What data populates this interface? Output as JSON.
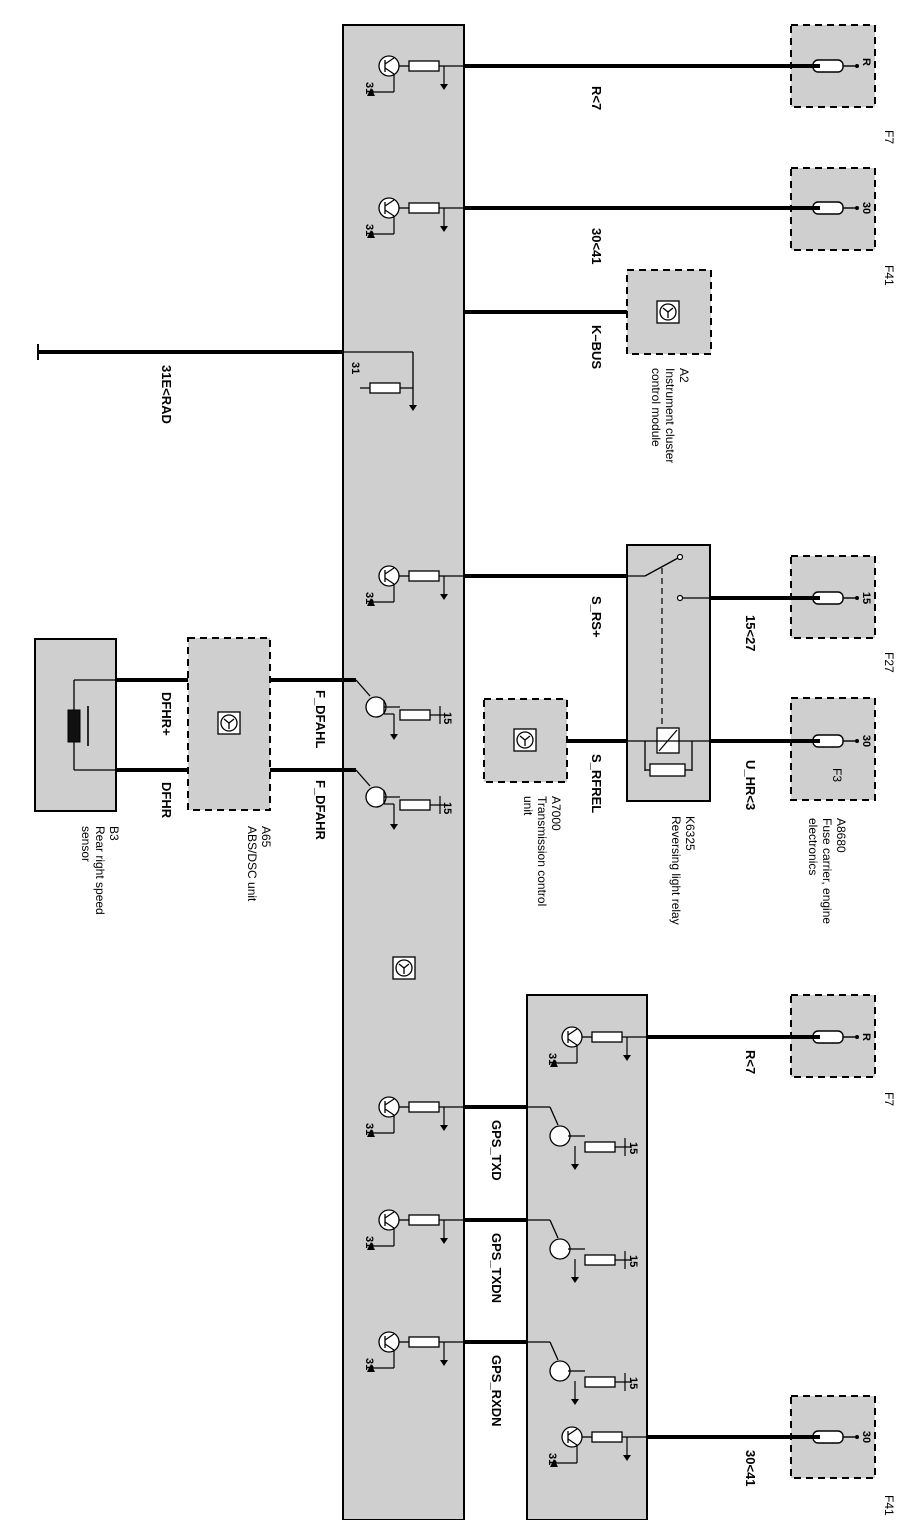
{
  "colors": {
    "module_fill": "#cfcfcf",
    "line": "#000000",
    "background": "#ffffff"
  },
  "fuses": [
    {
      "id": "F7",
      "pin": "R",
      "code": "F7"
    },
    {
      "id": "F41",
      "pin": "30",
      "code": "F41"
    },
    {
      "id": "F27",
      "pin": "15",
      "code": "F27"
    },
    {
      "id": "F3",
      "pin": "30",
      "code": "F3"
    },
    {
      "id": "F7b",
      "pin": "R",
      "code": "F7"
    },
    {
      "id": "F41b",
      "pin": "30",
      "code": "F41"
    }
  ],
  "wires": {
    "r7_top": "R<7",
    "w30_41_top": "30<41",
    "kbus": "K–BUS",
    "ground": "31E<RAD",
    "s_rs": "S_RS+",
    "w15_27": "15<27",
    "dfhr_plus": "DFHR+",
    "dfhr": "DFHR",
    "f_dfahl": "F_DFAHL",
    "f_dfahr": "F_DFAHR",
    "s_rfrel": "S_RFREL",
    "u_hr": "U_HR<3",
    "r7_bottom": "R<7",
    "gps_txd": "GPS_TXD",
    "gps_txdn": "GPS_TXDN",
    "gps_rxdn": "GPS_RXDN",
    "w30_41_bottom": "30<41"
  },
  "components": {
    "a2_code": "A2",
    "a2_name_1": "Instrument cluster",
    "a2_name_2": "control module",
    "k6325_code": "K6325",
    "k6325_name": "Reversing light relay",
    "a8680_code": "A8680",
    "a8680_name_1": "Fuse carrier, engine",
    "a8680_name_2": "electronics",
    "a7000_code": "A7000",
    "a7000_name_1": "Transmission control",
    "a7000_name_2": "unit",
    "a65_code": "A65",
    "a65_name": "ABS/DSC unit",
    "b3_code": "B3",
    "b3_name_1": "Rear right speed",
    "b3_name_2": "sensor"
  },
  "pins": {
    "p31": "31",
    "p15": "15"
  }
}
